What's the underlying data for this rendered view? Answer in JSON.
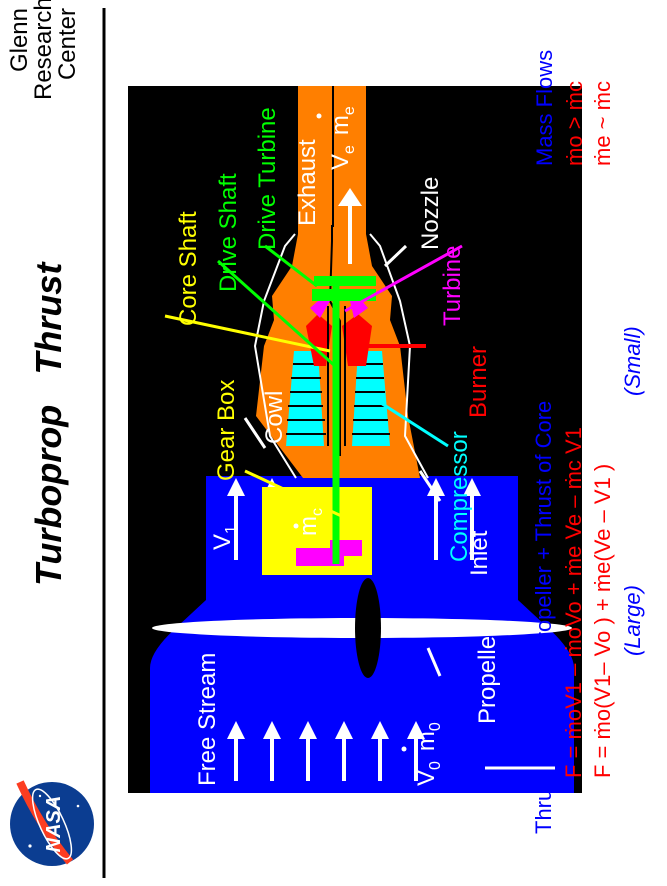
{
  "header": {
    "org_line1": "Glenn",
    "org_line2": "Research",
    "org_line3": "Center",
    "logo_text": "NASA",
    "title_a": "Turboprop",
    "title_b": "Thrust"
  },
  "labels": {
    "core_shaft": "Core Shaft",
    "drive_shaft": "Drive Shaft",
    "drive_turbine": "Drive Turbine",
    "exhaust": "Exhaust",
    "nozzle": "Nozzle",
    "turbine": "Turbine",
    "burner": "Burner",
    "compressor": "Compressor",
    "inlet": "Inlet",
    "cowl": "Cowl",
    "gear_box": "Gear Box",
    "propeller": "Propeller",
    "free_stream": "Free Stream",
    "v1": "V",
    "v1_sub": "1",
    "v0": "V",
    "v0_sub": "0",
    "m0": "m",
    "m0_sub": "0",
    "mc": "m",
    "mc_sub": "c",
    "ve": "V",
    "ve_sub": "e",
    "me": "m",
    "me_sub": "e"
  },
  "mass_flows": {
    "title": "Mass Flows",
    "line1": "ṁo > ṁc",
    "line2": "ṁe ~ ṁc"
  },
  "equations": {
    "line1": "Thrust =  Thrust of Propeller + Thrust of Core",
    "line2": "F = ṁoV1 – ṁoVo  +  ṁe Ve – ṁc V1",
    "line3": "F = ṁo(V1– Vo )  +  ṁe(Ve – V1 )",
    "large": "(Large)",
    "small": "(Small)"
  },
  "colors": {
    "background": "#000000",
    "stream": "#0000ff",
    "engine": "#ff7f00",
    "gearbox": "#ffff00",
    "shaft_drive": "#00ff00",
    "magenta": "#ff00ff",
    "burner": "#ff0000",
    "compressor": "#00ffff",
    "text_blue": "#0000ff",
    "text_red": "#ff0000"
  }
}
